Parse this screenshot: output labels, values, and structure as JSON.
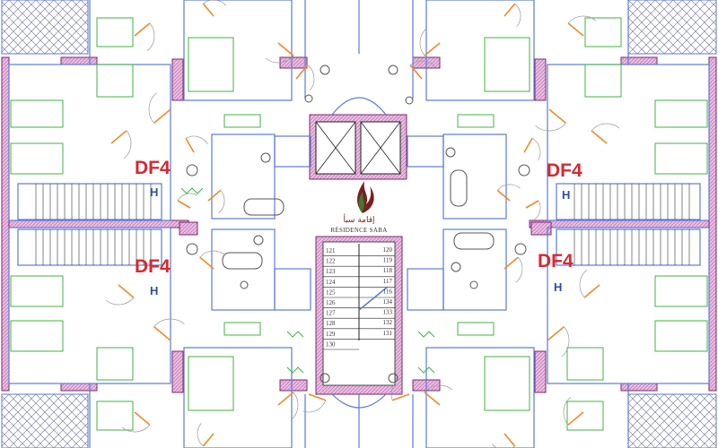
{
  "units": [
    {
      "type": "DF4",
      "marker": "H"
    },
    {
      "type": "DF4",
      "marker": "H"
    },
    {
      "type": "DF4",
      "marker": "H"
    },
    {
      "type": "DF4",
      "marker": "H"
    }
  ],
  "logo": {
    "name": "RÉSIDENCE SABA",
    "arabic": "إقامة سبأ"
  },
  "stair_numbers": {
    "left": [
      "121",
      "122",
      "123",
      "124",
      "125",
      "126",
      "127",
      "128",
      "129",
      "130"
    ],
    "right": [
      "120",
      "119",
      "118",
      "117",
      "116",
      "134",
      "133",
      "132",
      "131"
    ]
  },
  "colors": {
    "wall_fill": "#d9a6d2",
    "wall_stroke": "#7a2a70",
    "blue_line": "#5a7bd8",
    "door_orange": "#f08a2a",
    "furniture_green": "#3fb53f",
    "hatch": "#6a6aa0",
    "label_red": "#d8282e",
    "label_blue": "#2a4fa8"
  }
}
